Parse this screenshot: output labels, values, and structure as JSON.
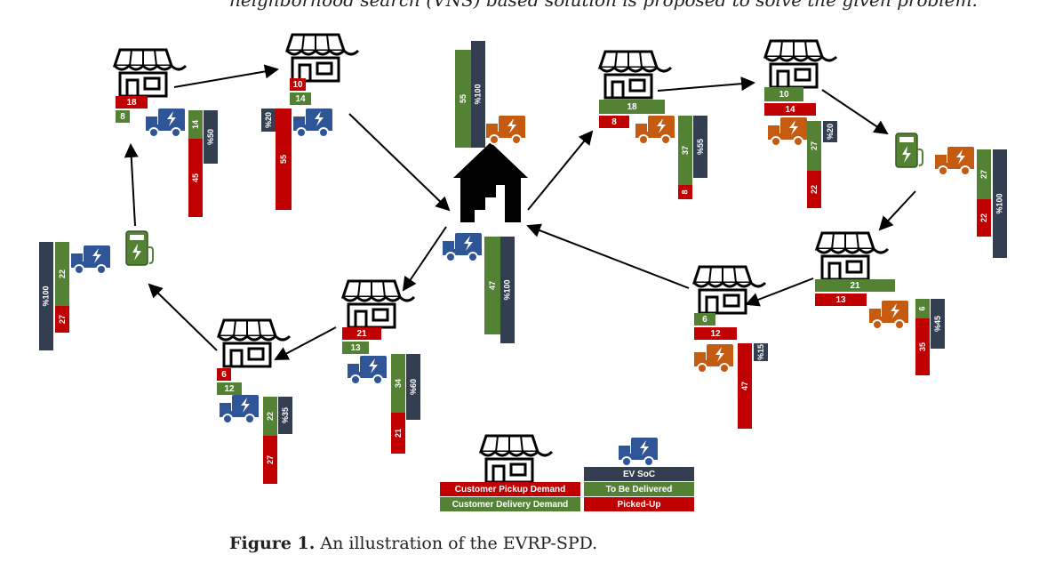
{
  "header_text": "neighborhood search (VNS) based solution is proposed to solve the given problem.",
  "caption": {
    "label": "Figure 1.",
    "text": "An illustration of the EVRP-SPD."
  },
  "colors": {
    "delivery": "#548235",
    "pickup": "#c00000",
    "soc": "#333f50",
    "ev_blue": "#2f5597",
    "ev_orange": "#c55a11",
    "charger": "#548235"
  },
  "legend": {
    "customer_pickup": "Customer Pickup Demand",
    "customer_delivery": "Customer Delivery Demand",
    "ev_soc": "EV SoC",
    "to_be_delivered": "To Be Delivered",
    "picked_up": "Picked-Up"
  },
  "depot": {
    "out_delivered": "55",
    "out_soc": "%100",
    "in_delivered": "47",
    "in_soc": "%100"
  },
  "customers": [
    {
      "pickup": "18",
      "delivery": "8"
    },
    {
      "pickup": "10",
      "delivery": "14"
    },
    {
      "pickup": "8",
      "delivery": "18"
    },
    {
      "pickup": "14",
      "delivery": "10"
    },
    {
      "pickup": "13",
      "delivery": "21"
    },
    {
      "pickup": "12",
      "delivery": "6"
    },
    {
      "pickup": "21",
      "delivery": "13"
    },
    {
      "pickup": "6",
      "delivery": "12"
    }
  ],
  "vehicles": [
    {
      "to_be_delivered": "14",
      "picked_up": "45",
      "soc": "%50"
    },
    {
      "picked_up": "55",
      "soc": "%20"
    },
    {
      "to_be_delivered": "37",
      "picked_up": "8",
      "soc": "%55"
    },
    {
      "to_be_delivered": "27",
      "picked_up": "22",
      "soc": "%20"
    },
    {
      "to_be_delivered": "27",
      "picked_up": "22",
      "soc": "%100"
    },
    {
      "to_be_delivered": "6",
      "picked_up": "35",
      "soc": "%45"
    },
    {
      "picked_up": "47",
      "soc": "%15"
    },
    {
      "to_be_delivered": "34",
      "picked_up": "21",
      "soc": "%60"
    },
    {
      "to_be_delivered": "22",
      "picked_up": "27",
      "soc": "%35"
    },
    {
      "to_be_delivered": "22",
      "picked_up": "27",
      "soc": "%100"
    }
  ]
}
